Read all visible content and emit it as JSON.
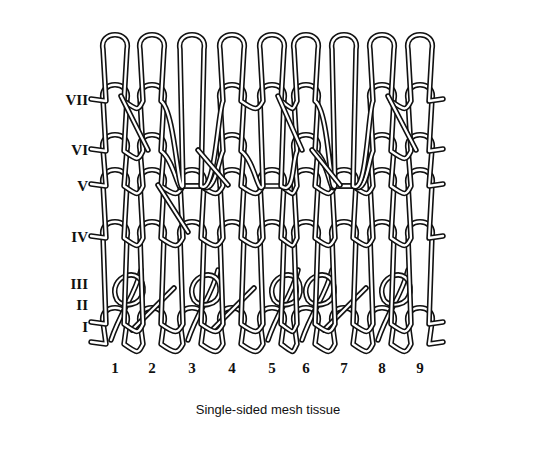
{
  "diagram": {
    "caption": "Single-sided mesh tissue",
    "labels": [
      "VII",
      "VI",
      "V",
      "IV",
      "III",
      "II",
      "I",
      "1",
      "2",
      "3",
      "4",
      "5",
      "6",
      "7",
      "8",
      "9"
    ]
  }
}
